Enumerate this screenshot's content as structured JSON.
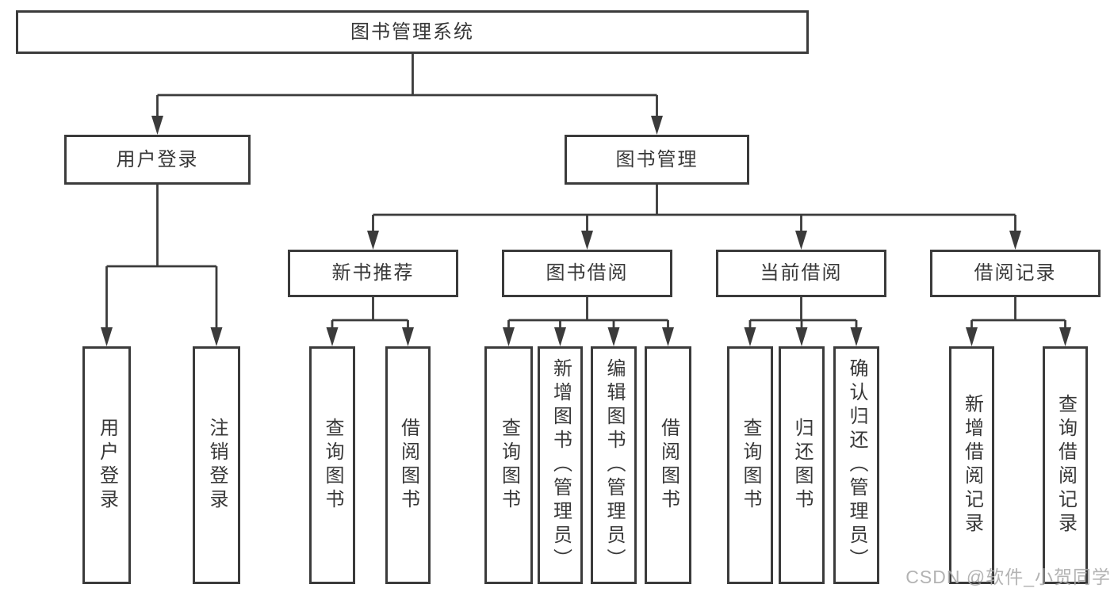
{
  "tree": {
    "root": {
      "label": "图书管理系统",
      "children": [
        {
          "label": "用户登录",
          "children": [
            {
              "label": "用户登录"
            },
            {
              "label": "注销登录"
            }
          ]
        },
        {
          "label": "图书管理",
          "children": [
            {
              "label": "新书推荐",
              "children": [
                {
                  "label": "查询图书"
                },
                {
                  "label": "借阅图书"
                }
              ]
            },
            {
              "label": "图书借阅",
              "children": [
                {
                  "label": "查询图书"
                },
                {
                  "label": "新增图书（管理员）"
                },
                {
                  "label": "编辑图书（管理员）"
                },
                {
                  "label": "借阅图书"
                }
              ]
            },
            {
              "label": "当前借阅",
              "children": [
                {
                  "label": "查询图书"
                },
                {
                  "label": "归还图书"
                },
                {
                  "label": "确认归还（管理员）"
                }
              ]
            },
            {
              "label": "借阅记录",
              "children": [
                {
                  "label": "新增借阅记录"
                },
                {
                  "label": "查询借阅记录"
                }
              ]
            }
          ]
        }
      ]
    }
  },
  "watermark": {
    "text": "CSDN @软件_小贺同学"
  },
  "colors": {
    "line": "#3b3b3b",
    "text": "#383838",
    "background": "#ffffff",
    "watermark": "#ababab"
  }
}
